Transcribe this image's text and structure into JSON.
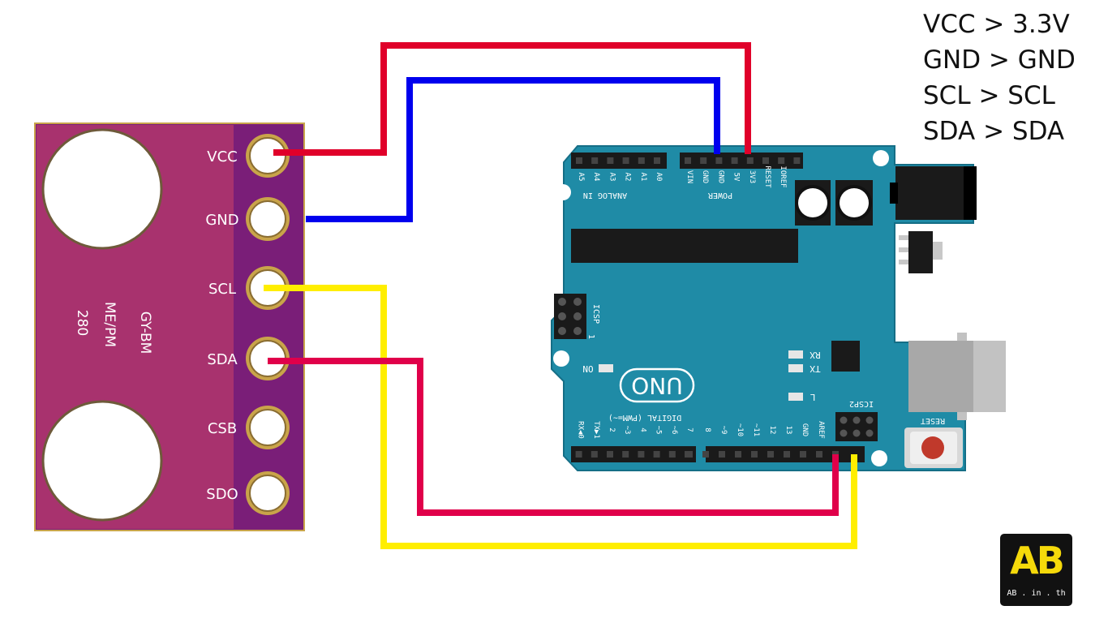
{
  "legend": [
    "VCC > 3.3V",
    "GND > GND",
    "SCL > SCL",
    "SDA > SDA"
  ],
  "sensor": {
    "pins": [
      "VCC",
      "GND",
      "SCL",
      "SDA",
      "CSB",
      "SDO"
    ],
    "label_lines": [
      "GY-BM",
      "ME/PM",
      "280"
    ],
    "board_color": "#a8326e",
    "edge_color": "#7a1e78"
  },
  "arduino": {
    "board_color": "#1f8ba6",
    "outline_color": "#156e86",
    "uno_label": "UNO",
    "header_power": [
      "VIN",
      "GND",
      "GND",
      "5V",
      "3V3",
      "RESET",
      "IOREF"
    ],
    "header_analog": [
      "A5",
      "A4",
      "A3",
      "A2",
      "A1",
      "A0"
    ],
    "header_digital_low": [
      "7",
      "~6",
      "~5",
      "4",
      "~3",
      "2",
      "TX▶1",
      "RX◀0"
    ],
    "header_digital_high": [
      "AREF",
      "GND",
      "13",
      "12",
      "~11",
      "~10",
      "~9",
      "8"
    ],
    "section_analog": "ANALOG IN",
    "section_power": "POWER",
    "section_digital": "DIGITAL (PWM=~)",
    "label_icsp": "ICSP",
    "label_icsp2": "ICSP2",
    "label_icsp_pin": "1",
    "label_rx": "RX",
    "label_tx": "TX",
    "label_l": "L",
    "label_on": "ON",
    "label_reset": "RESET"
  },
  "wires": [
    {
      "from": "VCC",
      "to": "3V3",
      "color": "#e0002a"
    },
    {
      "from": "GND",
      "to": "GND",
      "color": "#0000ee"
    },
    {
      "from": "SCL",
      "to": "SCL",
      "color": "#ffee00"
    },
    {
      "from": "SDA",
      "to": "SDA",
      "color": "#e0004a"
    }
  ],
  "logo": {
    "mark": "AB",
    "text": "AB . in . th",
    "accent": "#f5d90a"
  }
}
